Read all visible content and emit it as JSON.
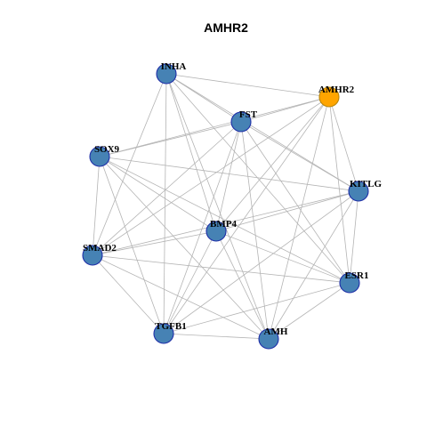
{
  "title": "AMHR2",
  "colors": {
    "node_fill": "#4682b4",
    "node_border": "#1f2fa8",
    "highlight_fill": "#ffa500",
    "highlight_border": "#b8860b",
    "edge": "#b4b4b4"
  },
  "nodes": [
    {
      "id": "INHA",
      "label": "INHA",
      "highlight": false
    },
    {
      "id": "AMHR2",
      "label": "AMHR2",
      "highlight": true
    },
    {
      "id": "FST",
      "label": "FST",
      "highlight": false
    },
    {
      "id": "SOX9",
      "label": "SOX9",
      "highlight": false
    },
    {
      "id": "KITLG",
      "label": "KITLG",
      "highlight": false
    },
    {
      "id": "BMP4",
      "label": "BMP4",
      "highlight": false
    },
    {
      "id": "SMAD2",
      "label": "SMAD2",
      "highlight": false
    },
    {
      "id": "ESR1",
      "label": "ESR1",
      "highlight": false
    },
    {
      "id": "TGFB1",
      "label": "TGFB1",
      "highlight": false
    },
    {
      "id": "AMH",
      "label": "AMH",
      "highlight": false
    }
  ],
  "edges": [
    [
      "INHA",
      "AMHR2"
    ],
    [
      "INHA",
      "FST"
    ],
    [
      "INHA",
      "KITLG"
    ],
    [
      "INHA",
      "BMP4"
    ],
    [
      "INHA",
      "SMAD2"
    ],
    [
      "INHA",
      "TGFB1"
    ],
    [
      "INHA",
      "AMH"
    ],
    [
      "INHA",
      "ESR1"
    ],
    [
      "AMHR2",
      "FST"
    ],
    [
      "AMHR2",
      "SOX9"
    ],
    [
      "AMHR2",
      "KITLG"
    ],
    [
      "AMHR2",
      "BMP4"
    ],
    [
      "AMHR2",
      "SMAD2"
    ],
    [
      "AMHR2",
      "ESR1"
    ],
    [
      "AMHR2",
      "TGFB1"
    ],
    [
      "AMHR2",
      "AMH"
    ],
    [
      "FST",
      "SOX9"
    ],
    [
      "FST",
      "KITLG"
    ],
    [
      "FST",
      "BMP4"
    ],
    [
      "FST",
      "SMAD2"
    ],
    [
      "FST",
      "TGFB1"
    ],
    [
      "FST",
      "AMH"
    ],
    [
      "FST",
      "ESR1"
    ],
    [
      "SOX9",
      "KITLG"
    ],
    [
      "SOX9",
      "BMP4"
    ],
    [
      "SOX9",
      "SMAD2"
    ],
    [
      "SOX9",
      "TGFB1"
    ],
    [
      "SOX9",
      "AMH"
    ],
    [
      "SOX9",
      "ESR1"
    ],
    [
      "KITLG",
      "BMP4"
    ],
    [
      "KITLG",
      "SMAD2"
    ],
    [
      "KITLG",
      "ESR1"
    ],
    [
      "KITLG",
      "TGFB1"
    ],
    [
      "KITLG",
      "AMH"
    ],
    [
      "BMP4",
      "SMAD2"
    ],
    [
      "BMP4",
      "ESR1"
    ],
    [
      "BMP4",
      "TGFB1"
    ],
    [
      "BMP4",
      "AMH"
    ],
    [
      "SMAD2",
      "ESR1"
    ],
    [
      "SMAD2",
      "TGFB1"
    ],
    [
      "SMAD2",
      "AMH"
    ],
    [
      "ESR1",
      "TGFB1"
    ],
    [
      "ESR1",
      "AMH"
    ],
    [
      "TGFB1",
      "AMH"
    ]
  ]
}
